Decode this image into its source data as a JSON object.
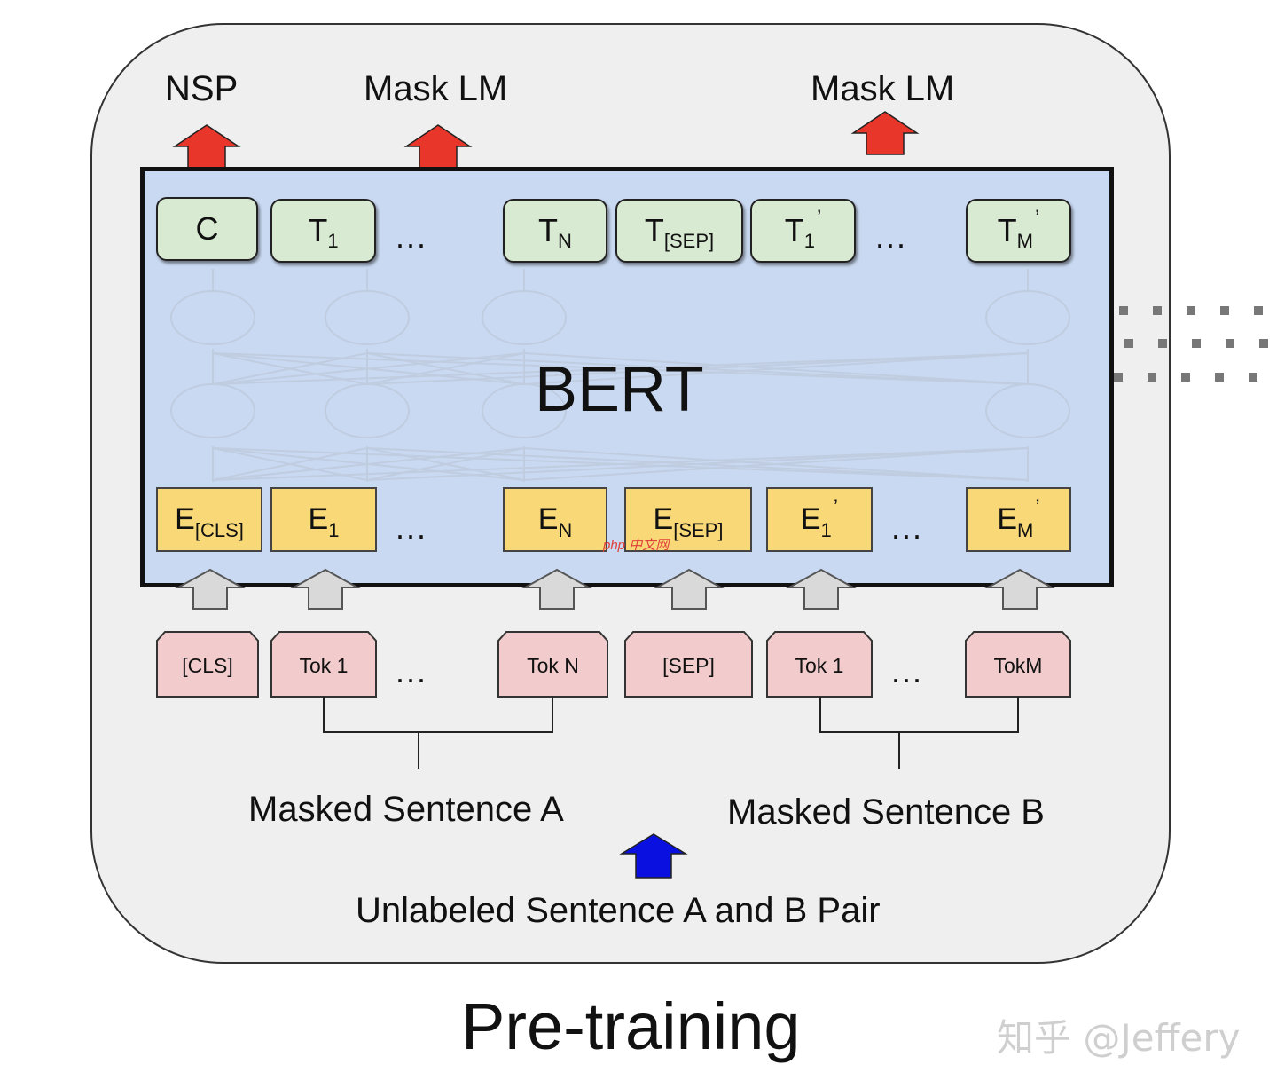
{
  "heads": {
    "nsp": "NSP",
    "mlm_a": "Mask LM",
    "mlm_b": "Mask LM"
  },
  "model_name": "BERT",
  "outputs": [
    {
      "main": "C",
      "sub": "",
      "prime": ""
    },
    {
      "main": "T",
      "sub": "1",
      "prime": ""
    },
    {
      "main": "T",
      "sub": "N",
      "prime": ""
    },
    {
      "main": "T",
      "sub": "[SEP]",
      "prime": ""
    },
    {
      "main": "T",
      "sub": "1",
      "prime": "’"
    },
    {
      "main": "T",
      "sub": "M",
      "prime": "’"
    }
  ],
  "embeddings": [
    {
      "main": "E",
      "sub": "[CLS]",
      "prime": ""
    },
    {
      "main": "E",
      "sub": "1",
      "prime": ""
    },
    {
      "main": "E",
      "sub": "N",
      "prime": ""
    },
    {
      "main": "E",
      "sub": "[SEP]",
      "prime": ""
    },
    {
      "main": "E",
      "sub": "1",
      "prime": "’"
    },
    {
      "main": "E",
      "sub": "M",
      "prime": "’"
    }
  ],
  "tokens": [
    "[CLS]",
    "Tok 1",
    "Tok N",
    "[SEP]",
    "Tok 1",
    "TokM"
  ],
  "ellipsis": "...",
  "sentence_a": "Masked Sentence A",
  "sentence_b": "Masked Sentence B",
  "input_pair": "Unlabeled Sentence A and B Pair",
  "stage": "Pre-training",
  "watermark": "知乎 @Jeffery",
  "overlay_watermark": "php 中文网",
  "colors": {
    "output_box": "#d9ead3",
    "embedding_box": "#f9d877",
    "token_box": "#f2cccc",
    "bert_fill": "#c9d9f1",
    "head_arrow": "#e8362a",
    "input_arrow": "#0a10e0",
    "gray_arrow": "#d9d9d9"
  }
}
